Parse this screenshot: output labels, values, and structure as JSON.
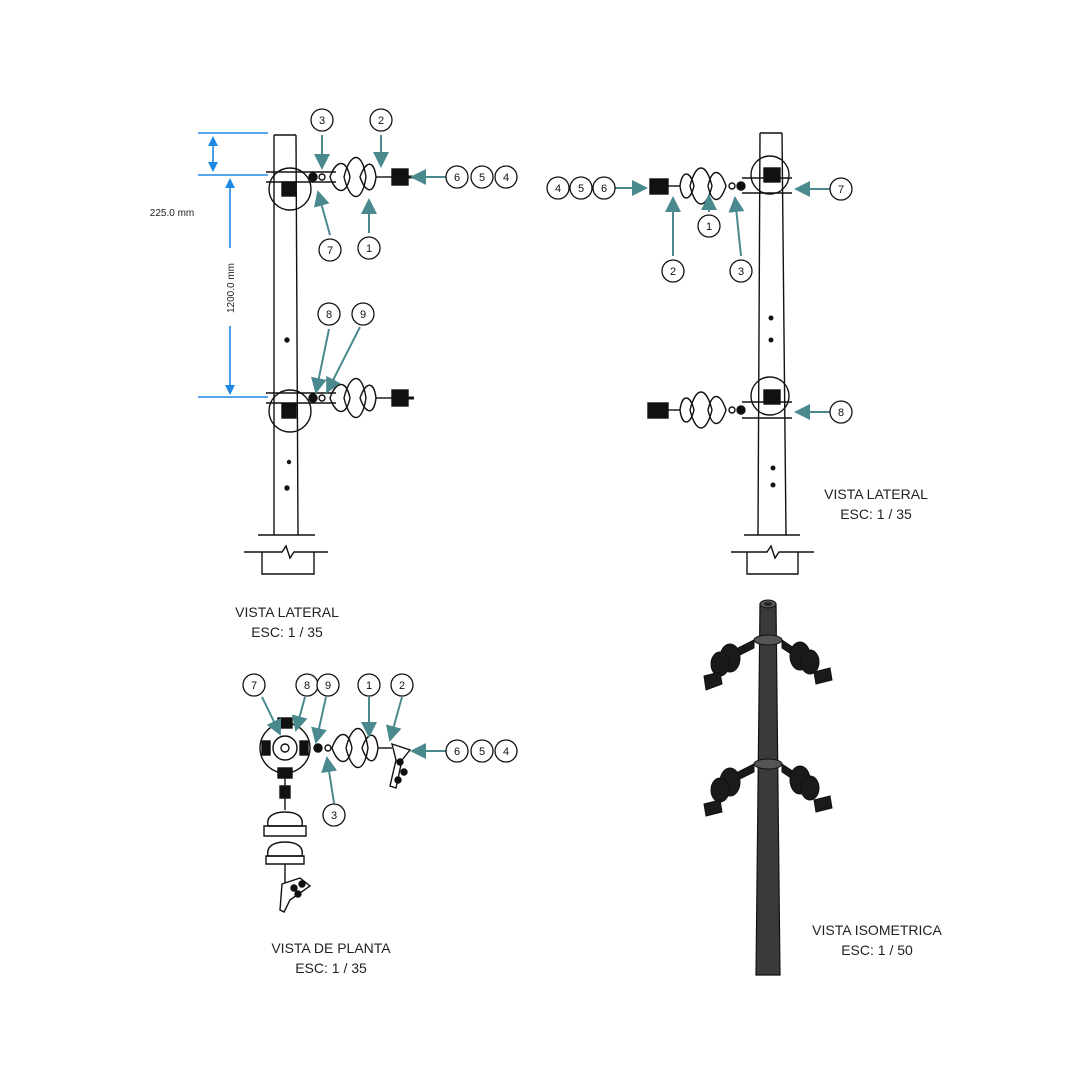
{
  "views": {
    "lateral_left": {
      "title": "VISTA LATERAL",
      "scale": "ESC: 1 / 35"
    },
    "lateral_right": {
      "title": "VISTA LATERAL",
      "scale": "ESC: 1 / 35"
    },
    "plan": {
      "title": "VISTA DE PLANTA",
      "scale": "ESC: 1 / 35"
    },
    "isometric": {
      "title": "VISTA ISOMETRICA",
      "scale": "ESC: 1 / 50"
    }
  },
  "dimensions": {
    "top_offset": "225.0 mm",
    "crossarm_spacing": "1200.0 mm"
  },
  "callouts": {
    "left": [
      "3",
      "2",
      "6",
      "5",
      "4",
      "7",
      "1",
      "8",
      "9"
    ],
    "right": [
      "4",
      "5",
      "6",
      "1",
      "2",
      "3",
      "7",
      "8"
    ],
    "plan": [
      "7",
      "8",
      "9",
      "1",
      "2",
      "6",
      "5",
      "4",
      "3"
    ]
  },
  "colors": {
    "leader": "#4a8a8f",
    "dimension": "#1e88e5",
    "ink": "#111111",
    "pole_iso": "#3a3a3a"
  }
}
